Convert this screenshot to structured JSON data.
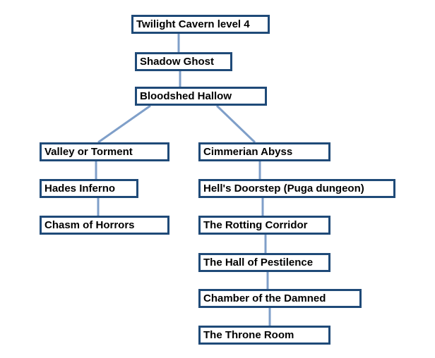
{
  "diagram": {
    "background": "#ffffff",
    "box_border_color": "#1f4a78",
    "connector_color": "#7f9fc9",
    "text_color": "#000000",
    "nodes": [
      {
        "id": "twilight-cavern-level-4",
        "label": "Twilight Cavern level 4"
      },
      {
        "id": "shadow-ghost",
        "label": "Shadow Ghost"
      },
      {
        "id": "bloodshed-hallow",
        "label": "Bloodshed Hallow"
      },
      {
        "id": "valley-or-torment",
        "label": "Valley or Torment"
      },
      {
        "id": "cimmerian-abyss",
        "label": "Cimmerian Abyss"
      },
      {
        "id": "hades-inferno",
        "label": "Hades Inferno"
      },
      {
        "id": "hells-doorstep",
        "label": "Hell's Doorstep (Puga dungeon)"
      },
      {
        "id": "chasm-of-horrors",
        "label": "Chasm of Horrors"
      },
      {
        "id": "the-rotting-corridor",
        "label": "The Rotting Corridor"
      },
      {
        "id": "the-hall-of-pestilence",
        "label": "The Hall of Pestilence"
      },
      {
        "id": "chamber-of-the-damned",
        "label": "Chamber of the Damned"
      },
      {
        "id": "the-throne-room",
        "label": "The Throne Room"
      }
    ],
    "edges": [
      {
        "from": "twilight-cavern-level-4",
        "to": "shadow-ghost"
      },
      {
        "from": "shadow-ghost",
        "to": "bloodshed-hallow"
      },
      {
        "from": "bloodshed-hallow",
        "to": "valley-or-torment"
      },
      {
        "from": "bloodshed-hallow",
        "to": "cimmerian-abyss"
      },
      {
        "from": "valley-or-torment",
        "to": "hades-inferno"
      },
      {
        "from": "hades-inferno",
        "to": "chasm-of-horrors"
      },
      {
        "from": "cimmerian-abyss",
        "to": "hells-doorstep"
      },
      {
        "from": "hells-doorstep",
        "to": "the-rotting-corridor"
      },
      {
        "from": "the-rotting-corridor",
        "to": "the-hall-of-pestilence"
      },
      {
        "from": "the-hall-of-pestilence",
        "to": "chamber-of-the-damned"
      },
      {
        "from": "chamber-of-the-damned",
        "to": "the-throne-room"
      }
    ]
  }
}
